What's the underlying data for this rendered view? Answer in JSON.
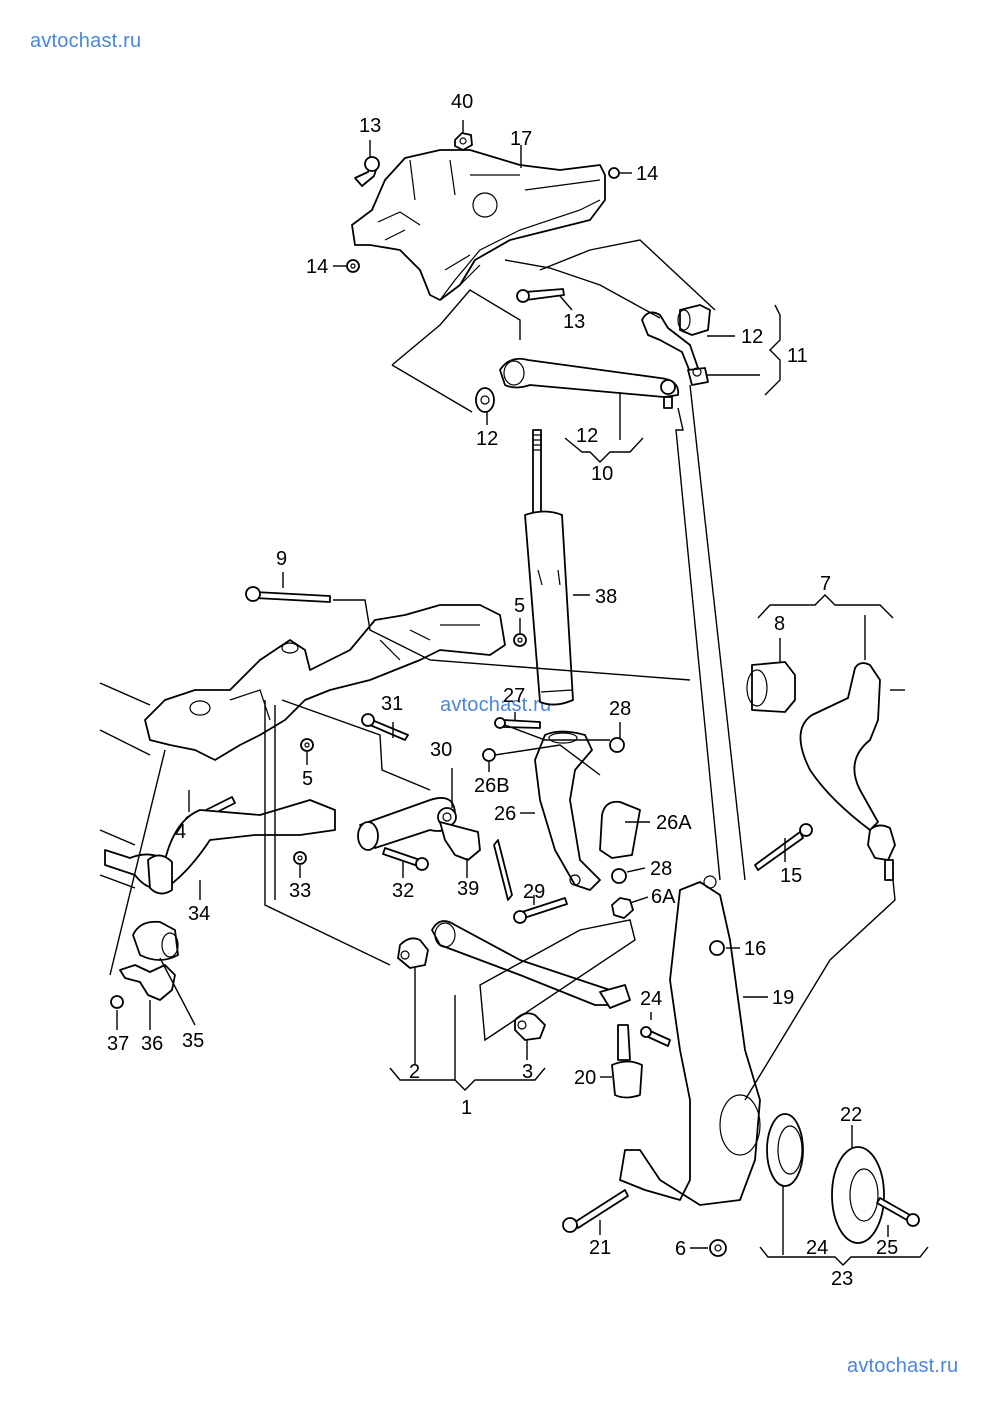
{
  "watermarks": {
    "top_left": "avtochast.ru",
    "middle": "avtochast.ru",
    "bottom_right": "avtochast.ru",
    "color": "#4a86d8"
  },
  "diagram": {
    "title": "",
    "subject": "front-suspension-exploded-view",
    "labels": [
      {
        "id": "l40",
        "text": "40"
      },
      {
        "id": "l13a",
        "text": "13"
      },
      {
        "id": "l17",
        "text": "17"
      },
      {
        "id": "l14a",
        "text": "14"
      },
      {
        "id": "l14b",
        "text": "14"
      },
      {
        "id": "l13b",
        "text": "13"
      },
      {
        "id": "l12a",
        "text": "12"
      },
      {
        "id": "l11",
        "text": "11"
      },
      {
        "id": "l12b",
        "text": "12"
      },
      {
        "id": "l12c",
        "text": "12"
      },
      {
        "id": "l10",
        "text": "10"
      },
      {
        "id": "l9",
        "text": "9"
      },
      {
        "id": "l5a",
        "text": "5"
      },
      {
        "id": "l38",
        "text": "38"
      },
      {
        "id": "l7",
        "text": "7"
      },
      {
        "id": "l8",
        "text": "8"
      },
      {
        "id": "l31",
        "text": "31"
      },
      {
        "id": "l27",
        "text": "27"
      },
      {
        "id": "l28a",
        "text": "28"
      },
      {
        "id": "l30",
        "text": "30"
      },
      {
        "id": "l5b",
        "text": "5"
      },
      {
        "id": "l26B",
        "text": "26B"
      },
      {
        "id": "l4",
        "text": "4"
      },
      {
        "id": "l26",
        "text": "26"
      },
      {
        "id": "l26A",
        "text": "26A"
      },
      {
        "id": "l33",
        "text": "33"
      },
      {
        "id": "l32",
        "text": "32"
      },
      {
        "id": "l39",
        "text": "39"
      },
      {
        "id": "l28b",
        "text": "28"
      },
      {
        "id": "l15",
        "text": "15"
      },
      {
        "id": "l34",
        "text": "34"
      },
      {
        "id": "l29",
        "text": "29"
      },
      {
        "id": "l6A",
        "text": "6A"
      },
      {
        "id": "l16",
        "text": "16"
      },
      {
        "id": "l35",
        "text": "35"
      },
      {
        "id": "l36",
        "text": "36"
      },
      {
        "id": "l37",
        "text": "37"
      },
      {
        "id": "l2",
        "text": "2"
      },
      {
        "id": "l3",
        "text": "3"
      },
      {
        "id": "l24a",
        "text": "24"
      },
      {
        "id": "l19",
        "text": "19"
      },
      {
        "id": "l1",
        "text": "1"
      },
      {
        "id": "l20",
        "text": "20"
      },
      {
        "id": "l22",
        "text": "22"
      },
      {
        "id": "l21",
        "text": "21"
      },
      {
        "id": "l6",
        "text": "6"
      },
      {
        "id": "l24b",
        "text": "24"
      },
      {
        "id": "l25",
        "text": "25"
      },
      {
        "id": "l23",
        "text": "23"
      }
    ]
  }
}
